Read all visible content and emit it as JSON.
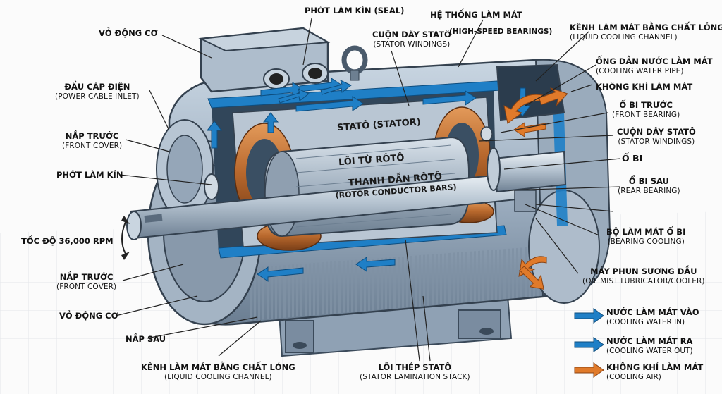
{
  "colors": {
    "water": "#1f7fc6",
    "air": "#e07a2a",
    "metal": "#a9b9c8",
    "copper": "#b8682d"
  },
  "labels": {
    "housing_top": "VỎ ĐỘNG CƠ",
    "seal_top": "PHỚT LÀM KÍN (SEAL)",
    "cooling_system": "HỆ THỐNG LÀM MÁT",
    "high_speed_bearings": "(HIGH-SPEED BEARINGS)",
    "stator_windings_top": "CUỘN DÂY STATÔ",
    "stator_windings_top_en": "(STATOR WINDINGS)",
    "liquid_channel_top": "KÊNH LÀM MÁT BẰNG CHẤT LỎNG",
    "liquid_channel_top_en": "(LIQUID COOLING CHANNEL)",
    "water_pipe": "ỐNG DẪN NƯỚC LÀM MÁT",
    "water_pipe_en": "(COOLING WATER PIPE)",
    "cooling_air_right": "KHÔNG KHÍ LÀM MÁT",
    "front_bearing_right": "Ổ BI TRƯỚC",
    "front_bearing_right_en": "(FRONT BEARING)",
    "stator_windings_right": "CUỘN DÂY STATÔ",
    "stator_windings_right_en": "(STATOR WINDINGS)",
    "bearing": "Ổ BI",
    "rear_bearing": "Ổ BI SAU",
    "rear_bearing_en": "(REAR BEARING)",
    "bearing_cooling": "BỘ LÀM MÁT Ổ BI",
    "bearing_cooling_en": "(BEARING COOLING)",
    "oil_mist": "MÁY PHUN SƯƠNG DẦU",
    "oil_mist_en": "(OIL MIST LUBRICATOR/COOLER)",
    "cable_inlet": "ĐẦU CÁP ĐIỆN",
    "cable_inlet_en": "(POWER CABLE INLET)",
    "front_cover_1": "NẮP TRƯỚC",
    "front_cover_1_en": "(FRONT COVER)",
    "seal_left": "PHỚT LÀM KÍN",
    "speed": "TỐC ĐỘ 36,000 RPM",
    "front_cover_2": "NẮP TRƯỚC",
    "front_cover_2_en": "(FRONT COVER)",
    "housing_bottom": "VỎ ĐỘNG CƠ",
    "rear_cover": "NẮP SAU",
    "liquid_channel_bottom": "KÊNH LÀM MÁT BẰNG CHẤT LỎNG",
    "liquid_channel_bottom_en": "(LIQUID COOLING CHANNEL)",
    "lamination": "LÕI THÉP STATÔ",
    "lamination_en": "(STATOR LAMINATION STACK)",
    "stator_on": "STATÔ (STATOR)",
    "rotor_core_on": "LÕI TỪ RÔTÔ",
    "rotor_bars_on": "THANH DẪN RÔTÔ",
    "rotor_bars_on_en": "(ROTOR CONDUCTOR BARS)"
  },
  "legend": {
    "water_in": "NƯỚC LÀM MÁT VÀO",
    "water_in_en": "(COOLING WATER IN)",
    "water_out": "NƯỚC LÀM MÁT RA",
    "water_out_en": "(COOLING WATER OUT)",
    "air": "KHÔNG KHÍ LÀM MÁT",
    "air_en": "(COOLING AIR)"
  }
}
